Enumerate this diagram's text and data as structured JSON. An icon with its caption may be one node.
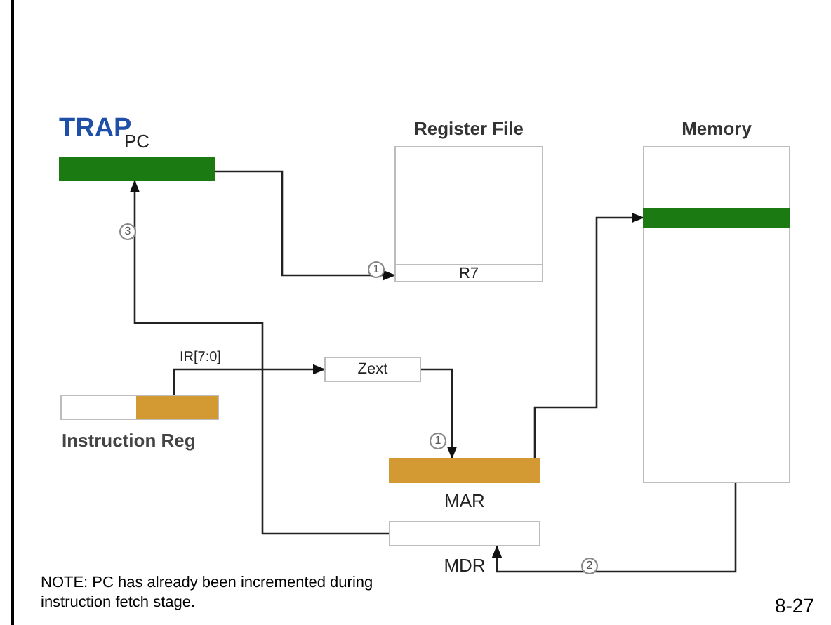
{
  "diagram": {
    "title": "TRAP",
    "nodes": [
      {
        "text": [
          "PC"
        ]
      },
      {
        "text": [
          "Register File"
        ]
      },
      {
        "text": [
          "R7"
        ],
        "in": 1
      },
      {
        "text": [
          "Memory"
        ]
      },
      {
        "text": [],
        "shape": "bar",
        "in": 3
      },
      {
        "text": [
          "Instruction Reg"
        ]
      },
      {
        "text": [
          "Zext"
        ]
      },
      {
        "text": [
          "MAR"
        ]
      },
      {
        "text": [
          "MDR"
        ]
      }
    ],
    "edges": [
      {
        "from": 0,
        "to": 2,
        "arrow": "to",
        "label": "1"
      },
      {
        "from": 5,
        "to": 6,
        "arrow": "to",
        "label": "IR[7:0]"
      },
      {
        "from": 6,
        "to": 7,
        "arrow": "to",
        "label": "1"
      },
      {
        "from": 7,
        "to": 4,
        "arrow": "to"
      },
      {
        "from": 4,
        "to": 8,
        "arrow": "to",
        "label": "2"
      },
      {
        "from": 8,
        "to": 0,
        "arrow": "to",
        "label": "3"
      }
    ],
    "labels": [
      "NOTE: PC has already been incremented during instruction fetch stage.",
      "8-27"
    ]
  }
}
